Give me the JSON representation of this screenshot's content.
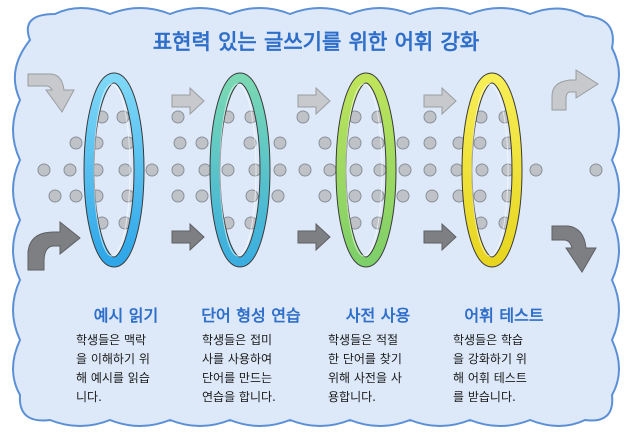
{
  "title": "표현력 있는 글쓰기를 위한 어휘 강화",
  "steps": [
    {
      "title": "예시 읽기",
      "desc": "학생들은 맥락\n을 이해하기 위\n해 예시를 읽습\n니다.",
      "color": "#4dc7f2"
    },
    {
      "title": "단어 형성 연습",
      "desc": "학생들은 접미\n사를 사용하여\n단어를 만드는\n연습을 합니다.",
      "color": "#5fd0a0"
    },
    {
      "title": "사전 사용",
      "desc": "학생들은 적절\n한 단어를 찾기\n위해 사전을 사\n용합니다.",
      "color": "#a6dc4a"
    },
    {
      "title": "어휘 테스트",
      "desc": "학생들은 학습\n을 강화하기 위\n해 어휘 테스트\n를 받습니다.",
      "color": "#f2e43c"
    }
  ],
  "colors": {
    "background": "#dde9f9",
    "border": "#5b8fd6",
    "arrow_light": "#c7c9cc",
    "arrow_dark": "#7d7f82",
    "dot": "#bfc3c8"
  }
}
